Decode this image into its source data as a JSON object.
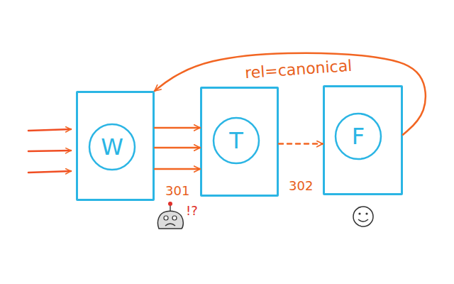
{
  "diagram": {
    "nodes": [
      {
        "text": [
          "W"
        ]
      },
      {
        "text": [
          "T"
        ]
      },
      {
        "text": [
          "F"
        ]
      }
    ],
    "edges": [
      {
        "from": 0,
        "to": 1,
        "arrow": "to"
      },
      {
        "from": 0,
        "to": 1,
        "arrow": "to"
      },
      {
        "from": 0,
        "to": 1,
        "arrow": "to",
        "label": "301"
      },
      {
        "from": 1,
        "to": 2,
        "arrow": "to",
        "label": "302"
      },
      {
        "from": 2,
        "to": 0,
        "arrow": "to",
        "label": "rel=canonical"
      }
    ],
    "labels": [
      "!?"
    ]
  }
}
